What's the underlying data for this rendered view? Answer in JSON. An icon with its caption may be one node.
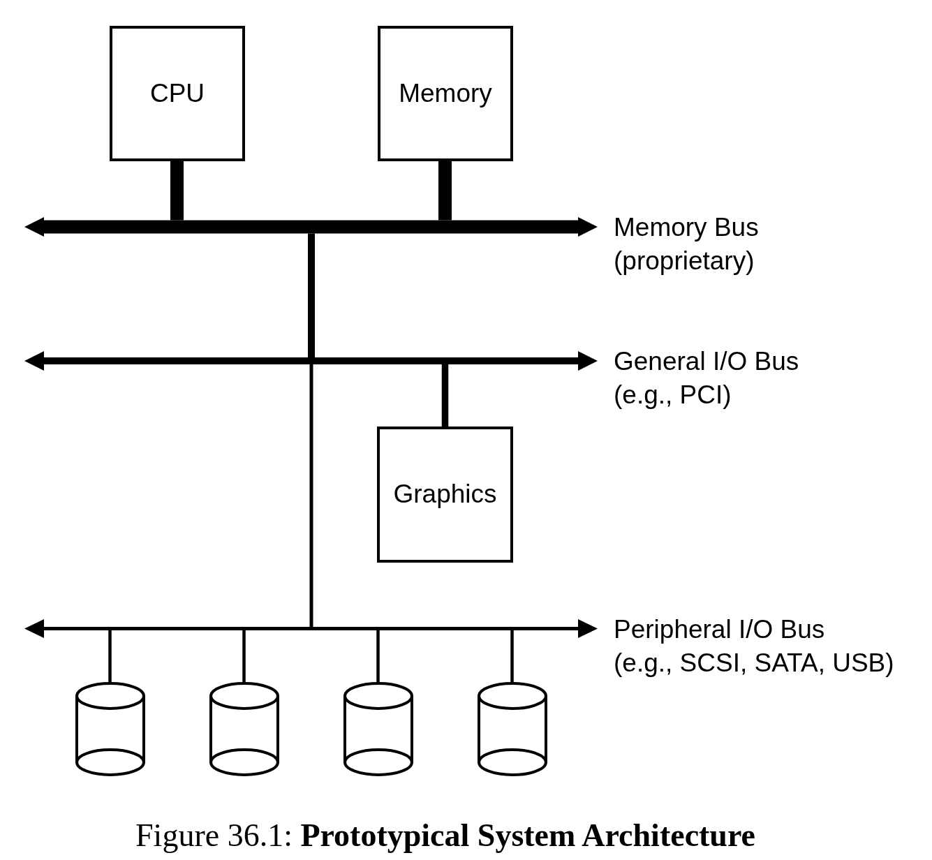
{
  "diagram": {
    "caption": "Figure 36.1: **Prototypical System Architecture**",
    "nodes": [
      {
        "text": [
          "CPU"
        ]
      },
      {
        "text": [
          "Memory"
        ]
      },
      {
        "text": [],
        "shape": "bar",
        "beside": [
          "Memory Bus",
          "(proprietary)"
        ]
      },
      {
        "text": [],
        "shape": "bar",
        "beside": [
          "General I/O Bus",
          "(e.g., PCI)"
        ]
      },
      {
        "text": [
          "Graphics"
        ]
      },
      {
        "text": [],
        "shape": "bar",
        "beside": [
          "Peripheral I/O Bus",
          "(e.g., SCSI, SATA, USB)"
        ]
      },
      {
        "text": [],
        "shape": "cylinder"
      },
      {
        "text": [],
        "shape": "cylinder"
      },
      {
        "text": [],
        "shape": "cylinder"
      },
      {
        "text": [],
        "shape": "cylinder"
      }
    ],
    "edges": [
      {
        "from": 0,
        "to": 2,
        "arrow": "none",
        "style": "thick"
      },
      {
        "from": 1,
        "to": 2,
        "arrow": "none",
        "style": "thick"
      },
      {
        "from": 2,
        "to": 3,
        "arrow": "none",
        "style": "thick"
      },
      {
        "from": 3,
        "to": 4,
        "arrow": "none",
        "style": "thick"
      },
      {
        "from": 3,
        "to": 5,
        "arrow": "none"
      },
      {
        "from": 5,
        "to": 6,
        "arrow": "none"
      },
      {
        "from": 5,
        "to": 7,
        "arrow": "none"
      },
      {
        "from": 5,
        "to": 8,
        "arrow": "none"
      },
      {
        "from": 5,
        "to": 9,
        "arrow": "none"
      }
    ]
  }
}
